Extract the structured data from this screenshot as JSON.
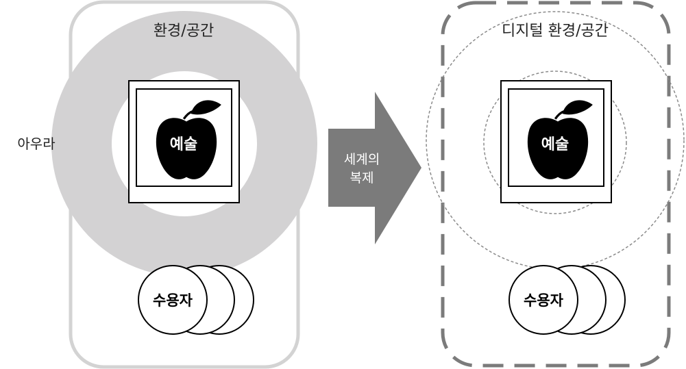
{
  "left": {
    "environment_label": "환경/공간",
    "aura_label": "아우라",
    "art_label": "예술",
    "audience_label": "수용자"
  },
  "arrow": {
    "line1": "세계의",
    "line2": "복제"
  },
  "right": {
    "environment_label": "디지털 환경/공간",
    "art_label": "예술",
    "audience_label": "수용자"
  },
  "colors": {
    "aura_ring": "#d3d2d3",
    "left_frame": "#d3d3d3",
    "right_frame_dash": "#7b7b7b",
    "arrow_fill": "#7b7b7b",
    "dotted_circles": "#8a8a8a",
    "apple": "#000000"
  },
  "icons": [
    "apple-icon"
  ]
}
